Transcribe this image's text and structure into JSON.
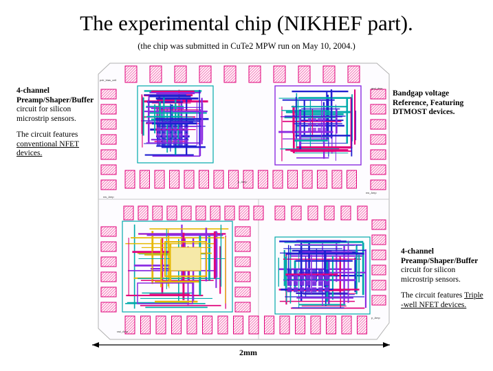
{
  "slide": {
    "title": "The experimental chip (NIKHEF part).",
    "subtitle": "(the chip was submitted in CuTe2 MPW run on May 10, 2004.)"
  },
  "annotations": {
    "top_left": {
      "heading": [
        "4-channel",
        "Preamp/Shaper/Buffer"
      ],
      "desc": [
        "circuit for silicon",
        "microstrip sensors."
      ],
      "feature": [
        "The circuit features",
        "conventional NFET",
        "devices."
      ]
    },
    "top_right": {
      "heading": [
        "Bandgap voltage",
        "Reference, Featuring",
        "DTMOST devices."
      ]
    },
    "bottom_right": {
      "heading": [
        "4-channel",
        "Preamp/Shaper/Buffer"
      ],
      "desc": [
        "circuit for silicon",
        "microstrip sensors."
      ],
      "feature_prefix": "The circuit features ",
      "feature_underlined_1": "Triple",
      "feature_underlined_2": "-well NFET devices."
    }
  },
  "scale_bar": {
    "label": "2mm"
  },
  "colors": {
    "pad_outline": "#e0007a",
    "pad_fill": "#ffe0f0",
    "metal_blue": "#2020d0",
    "metal_purple": "#8a2be2",
    "block_outline": "#00aaaa",
    "yellow": "#e6b800",
    "chip_edge": "#b0b0b0"
  }
}
